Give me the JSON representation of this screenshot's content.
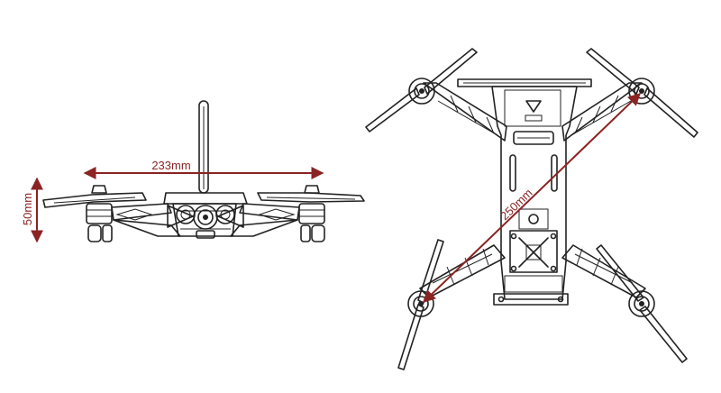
{
  "colors": {
    "dimension": "#8b2323",
    "ink": "#222222",
    "background": "#ffffff"
  },
  "dimensions": {
    "width_label": "233mm",
    "height_label": "50mm",
    "diagonal_label": "250mm"
  }
}
